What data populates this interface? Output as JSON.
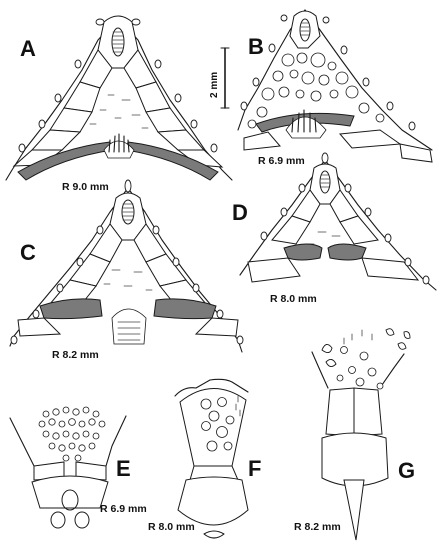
{
  "figure": {
    "scale_bar": {
      "label": "2 mm"
    },
    "panels": [
      {
        "id": "A",
        "letter": "A",
        "radius": "R 9.0 mm"
      },
      {
        "id": "B",
        "letter": "B",
        "radius": "R 6.9 mm"
      },
      {
        "id": "C",
        "letter": "C",
        "radius": "R 8.2 mm"
      },
      {
        "id": "D",
        "letter": "D",
        "radius": "R 8.0 mm"
      },
      {
        "id": "E",
        "letter": "E",
        "radius": "R 6.9 mm"
      },
      {
        "id": "F",
        "letter": "F",
        "radius": "R 8.0 mm"
      },
      {
        "id": "G",
        "letter": "G",
        "radius": "R 8.2 mm"
      }
    ]
  }
}
